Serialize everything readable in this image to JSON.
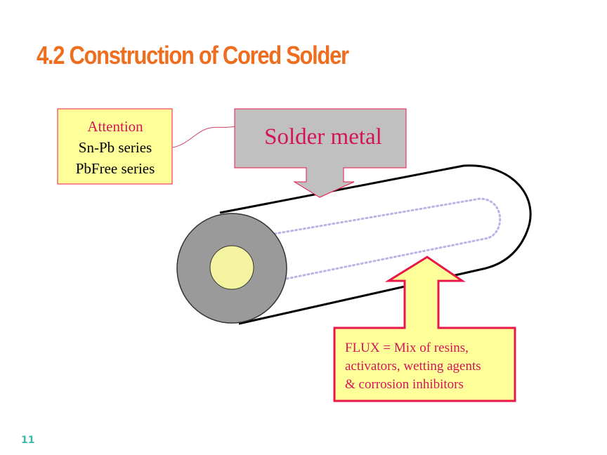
{
  "slide": {
    "title": "4.2 Construction of Cored Solder",
    "page_number": "11"
  },
  "colors": {
    "title": "#ee6e1f",
    "page_number": "#3db8ad",
    "red_outline": "#e8174a",
    "attention_fill": "#ffff99",
    "solder_label_fill": "#c0c0c0",
    "flux_fill": "#ffff99",
    "core_fill": "#f4f4a0",
    "ring_fill": "#9a9a9a",
    "dotted_line": "#b9b6e6"
  },
  "attention_box": {
    "heading": "Attention",
    "line1": "Sn-Pb series",
    "line2": "PbFree series"
  },
  "solder_label": {
    "text": "Solder metal"
  },
  "flux_box": {
    "line1": "FLUX = Mix of resins,",
    "line2": "activators, wetting agents",
    "line3": "& corrosion inhibitors"
  }
}
